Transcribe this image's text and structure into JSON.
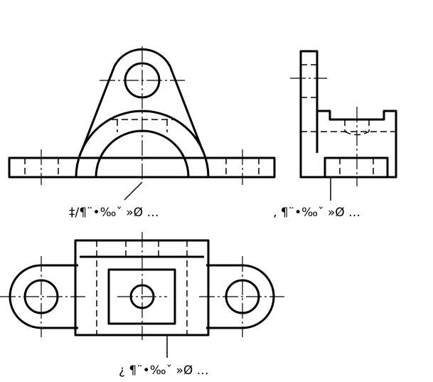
{
  "views": {
    "front": {
      "caption": "‡/¶¨•‰ˇ »Ø …"
    },
    "side": {
      "caption": "‚ ¶¨•‰ˇ »Ø …"
    },
    "top": {
      "caption": "¿ ¶¨•‰ˇ »Ø …"
    }
  },
  "colors": {
    "line": "#000000",
    "background": "#ffffff"
  }
}
